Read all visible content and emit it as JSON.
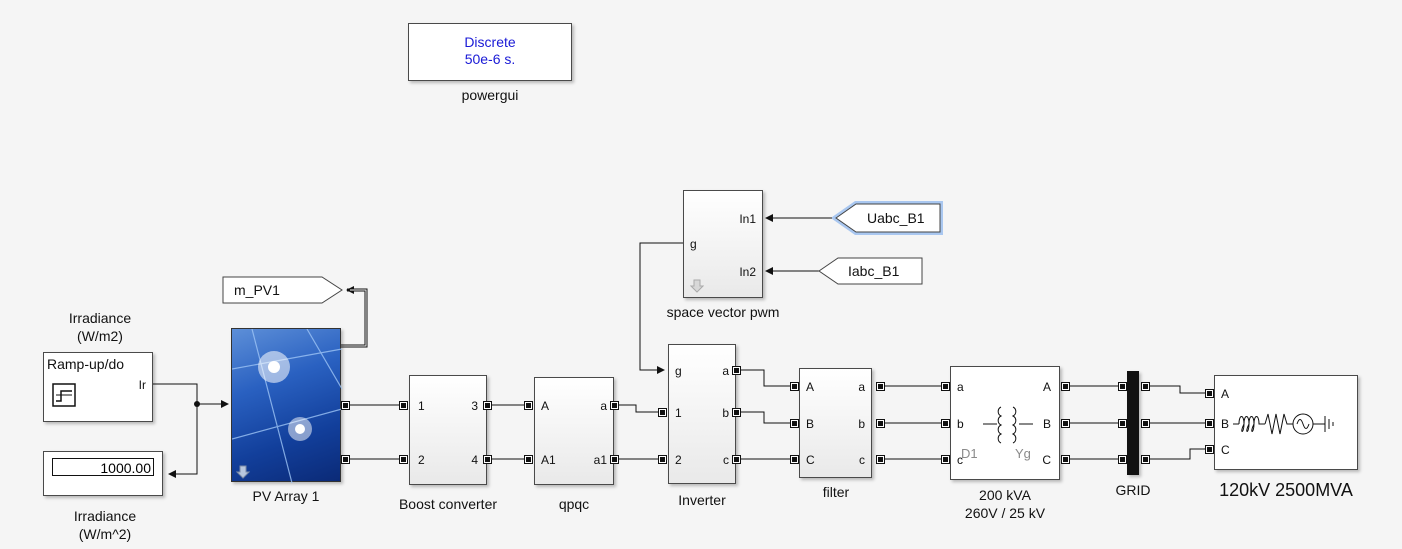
{
  "powergui": {
    "line1": "Discrete",
    "line2": "50e-6 s.",
    "label": "powergui"
  },
  "irradiance_source": {
    "title_line1": "Irradiance",
    "title_line2": "(W/m2)",
    "name": "Ramp-up/do",
    "out_port": "Ir"
  },
  "irradiance_display": {
    "value": "1000.00",
    "label_line1": "Irradiance",
    "label_line2": "(W/m^2)"
  },
  "pv_array": {
    "label": "PV Array 1"
  },
  "goto_m_pv1": {
    "text": "m_PV1"
  },
  "boost": {
    "label": "Boost converter",
    "ports_in": [
      "1",
      "2"
    ],
    "ports_out": [
      "3",
      "4"
    ]
  },
  "qpqc": {
    "label": "qpqc",
    "ports_in": [
      "A",
      "A1"
    ],
    "ports_out": [
      "a",
      "a1"
    ]
  },
  "svpwm": {
    "label": "space vector pwm",
    "port_out": "g",
    "ports_in": [
      "In1",
      "In2"
    ]
  },
  "from_uabc": {
    "text": "Uabc_B1"
  },
  "from_iabc": {
    "text": "Iabc_B1"
  },
  "inverter": {
    "label": "Inverter",
    "ports_in": [
      "g",
      "1",
      "2"
    ],
    "ports_out": [
      "a",
      "b",
      "c"
    ]
  },
  "filter": {
    "label": "filter",
    "ports_in": [
      "A",
      "B",
      "C"
    ],
    "ports_out": [
      "a",
      "b",
      "c"
    ]
  },
  "transformer": {
    "label_line1": "200 kVA",
    "label_line2": "260V / 25 kV",
    "ports_in": [
      "a",
      "b",
      "c"
    ],
    "ports_out": [
      "A",
      "B",
      "C"
    ],
    "winding1": "D1",
    "winding2": "Yg"
  },
  "grid_bus": {
    "label": "GRID"
  },
  "source": {
    "label": "120kV 2500MVA",
    "ports_in": [
      "A",
      "B",
      "C"
    ]
  }
}
